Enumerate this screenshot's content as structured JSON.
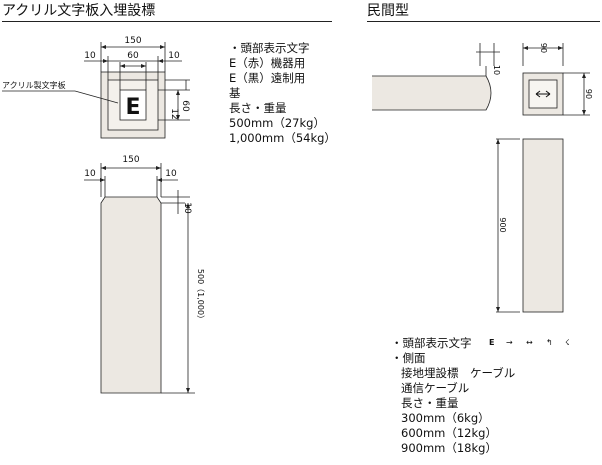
{
  "left": {
    "title": "アクリル文字板入埋設標",
    "callout": "アクリル製文字板",
    "plan_letter": "E",
    "top_dims": {
      "overall": "150",
      "left": "10",
      "middle": "60",
      "right": "10"
    },
    "side_dims": {
      "a": "12",
      "b": "60"
    },
    "elev_dims": {
      "overall": "150",
      "left": "10",
      "right": "10",
      "top": "10",
      "height": "500（1,000）"
    },
    "specs": [
      "・頭部表示文字",
      "E（赤）機器用",
      "E（黒）遠制用",
      "基",
      "長さ・重量",
      "500mm（27kg）",
      "1,000mm（54kg）"
    ]
  },
  "right": {
    "title": "民間型",
    "dims": {
      "head_w": "90",
      "head_h": "90",
      "top_10": "10",
      "height": "900"
    },
    "symbols_label": "・頭部表示文字",
    "symbols": [
      "E",
      "→",
      "↔",
      "↰",
      "☇"
    ],
    "specs": [
      "・側面",
      "接地埋設標　ケーブル",
      "通信ケーブル",
      "長さ・重量",
      "300mm（6kg）",
      "600mm（12kg）",
      "900mm（18kg）"
    ]
  }
}
